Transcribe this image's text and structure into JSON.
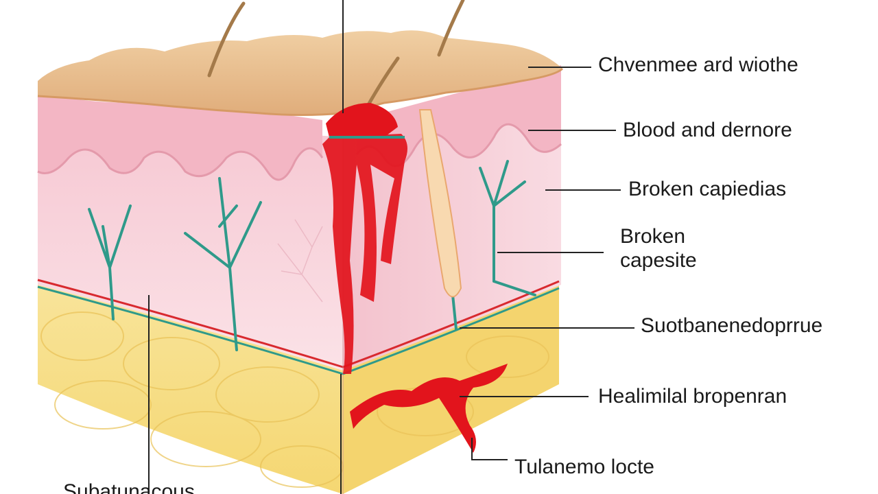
{
  "diagram": {
    "labels": {
      "l1": "Chvenmee ard wiothe",
      "l2": "Blood and dernore",
      "l3": "Broken capiedias",
      "l4_line1": "Broken",
      "l4_line2": "capesite",
      "l5": "Suotbanenedoprrue",
      "l6": "Healimilal bropenran",
      "l7": "Tulanemo locte",
      "l8": "Subatunacous"
    },
    "colors": {
      "epidermis": "#e9bd8d",
      "dermis": "#f7d4dc",
      "dermis_papillae": "#f2b4c4",
      "subcutaneous": "#f6e08c",
      "blood": "#e2141c",
      "capillary": "#2f9a8a",
      "hair": "#b38a5a"
    }
  }
}
